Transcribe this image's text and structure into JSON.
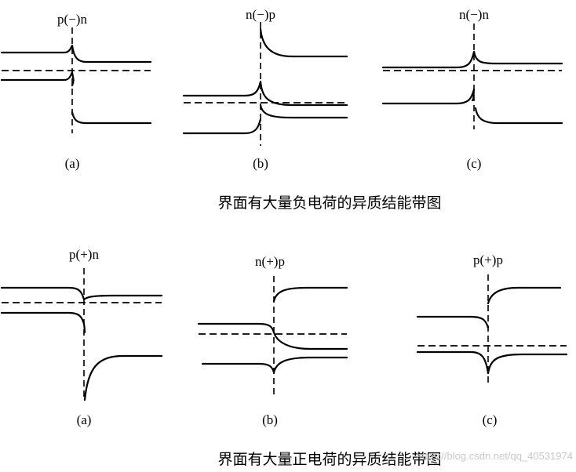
{
  "top_row": {
    "panels": [
      {
        "junction": "p(−)n",
        "sub": "(a)"
      },
      {
        "junction": "n(−)p",
        "sub": "(b)"
      },
      {
        "junction": "n(−)n",
        "sub": "(c)"
      }
    ],
    "caption": "界面有大量负电荷的异质结能带图"
  },
  "bottom_row": {
    "panels": [
      {
        "junction": "p(+)n",
        "sub": "(a)"
      },
      {
        "junction": "n(+)p",
        "sub": "(b)"
      },
      {
        "junction": "p(+)p",
        "sub": "(c)"
      }
    ],
    "caption": "界面有大量正电荷的异质结能带图"
  },
  "watermark": "https://blog.csdn.net/qq_40531974"
}
